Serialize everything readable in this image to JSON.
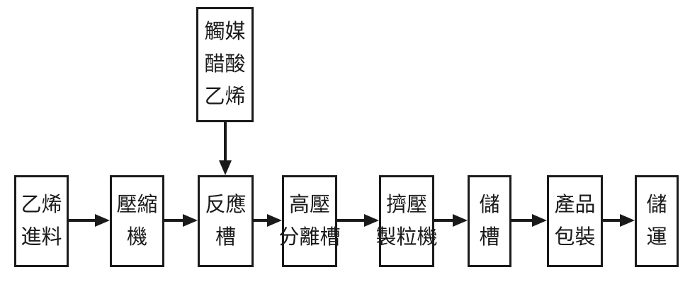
{
  "flowchart": {
    "title": "process-flow-diagram",
    "top_node": {
      "label": "觸媒醋酸乙烯",
      "lines": [
        "觸媒",
        "醋酸",
        "乙烯"
      ]
    },
    "process_nodes": [
      {
        "label": "乙烯進料",
        "lines": [
          "乙烯",
          "進料"
        ]
      },
      {
        "label": "壓縮機",
        "lines": [
          "壓縮",
          "機"
        ]
      },
      {
        "label": "反應槽",
        "lines": [
          "反應",
          "槽"
        ]
      },
      {
        "label": "高壓分離槽",
        "lines": [
          "高壓",
          "分離槽"
        ]
      },
      {
        "label": "擠壓製粒機",
        "lines": [
          "擠壓",
          "製粒機"
        ]
      },
      {
        "label": "儲槽",
        "lines": [
          "儲",
          "槽"
        ]
      },
      {
        "label": "產品包裝",
        "lines": [
          "產品",
          "包裝"
        ]
      },
      {
        "label": "儲運",
        "lines": [
          "儲",
          "運"
        ]
      }
    ],
    "edges": [
      {
        "from": "觸媒醋酸乙烯",
        "to": "反應槽",
        "direction": "down"
      },
      {
        "from": "乙烯進料",
        "to": "壓縮機",
        "direction": "right"
      },
      {
        "from": "壓縮機",
        "to": "反應槽",
        "direction": "right"
      },
      {
        "from": "反應槽",
        "to": "高壓分離槽",
        "direction": "right"
      },
      {
        "from": "高壓分離槽",
        "to": "擠壓製粒機",
        "direction": "right"
      },
      {
        "from": "擠壓製粒機",
        "to": "儲槽",
        "direction": "right"
      },
      {
        "from": "儲槽",
        "to": "產品包裝",
        "direction": "right"
      },
      {
        "from": "產品包裝",
        "to": "儲運",
        "direction": "right"
      }
    ],
    "colors": {
      "line": "#1a1a1a",
      "background": "#ffffff",
      "node_fill": "#ffffff"
    }
  }
}
